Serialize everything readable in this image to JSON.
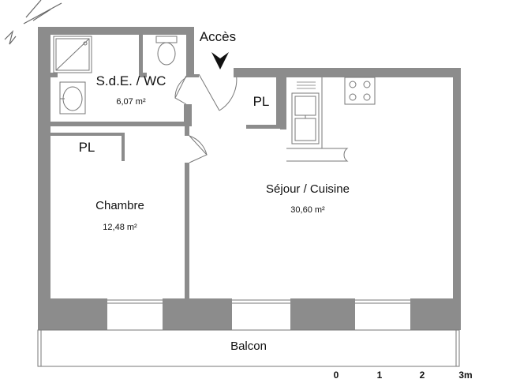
{
  "access_label": "Accès",
  "rooms": {
    "sde_wc": {
      "name": "S.d.E. / WC",
      "area": "6,07 m²"
    },
    "chambre": {
      "name": "Chambre",
      "area": "12,48 m²"
    },
    "sejour": {
      "name": "Séjour / Cuisine",
      "area": "30,60 m²"
    },
    "balcon": {
      "name": "Balcon"
    },
    "placard_chambre": {
      "name": "PL"
    },
    "placard_sejour": {
      "name": "PL"
    }
  },
  "scale": {
    "ticks": [
      "0",
      "1",
      "2",
      "3m"
    ]
  },
  "colors": {
    "wall": "#8c8c8c",
    "fixture": "#777777",
    "background": "#ffffff"
  }
}
